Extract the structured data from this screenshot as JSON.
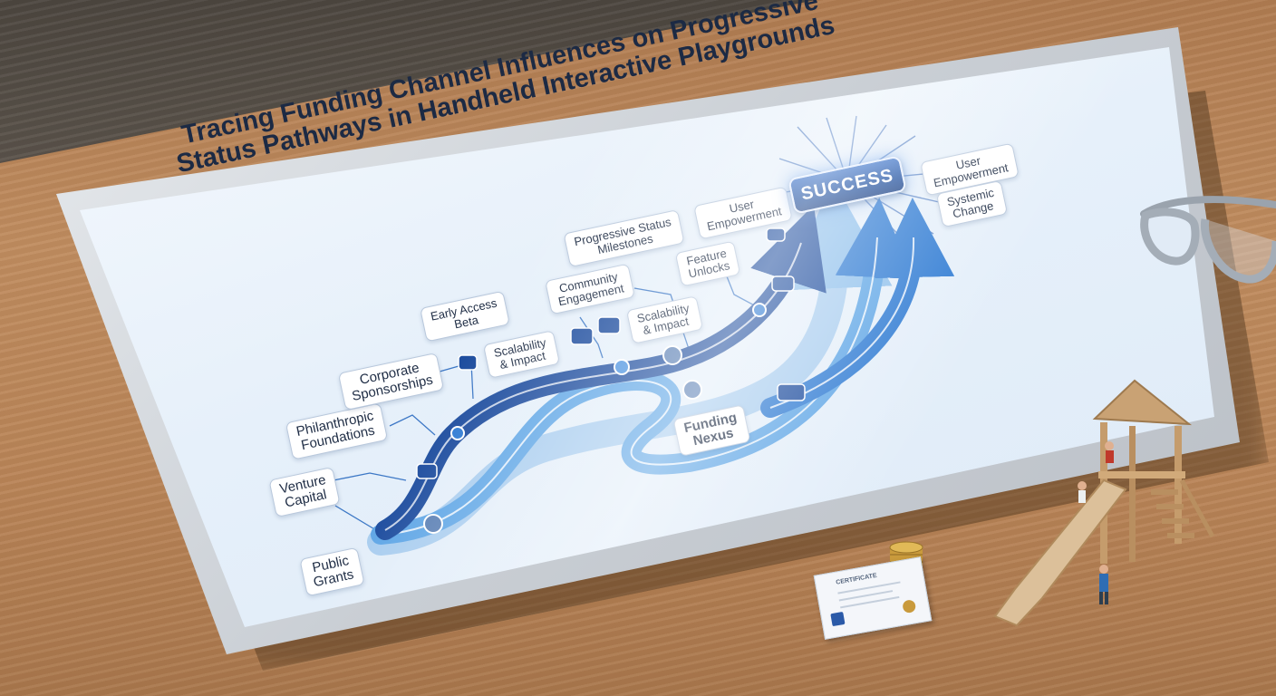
{
  "title": {
    "line1": "Tracing Funding Channel Influences on Progressive",
    "line2": "Status Pathways in Handheld Interactive Playgrounds"
  },
  "sources": [
    {
      "label": "Public\nGrants"
    },
    {
      "label": "Venture\nCapital"
    },
    {
      "label": "Philanthropic\nFoundations"
    },
    {
      "label": "Corporate\nSponsorships"
    }
  ],
  "milestones": [
    {
      "label": "Early Access\nBeta"
    },
    {
      "label": "Scalability\n& Impact"
    },
    {
      "label": "Community\nEngagement"
    },
    {
      "label": "Progressive Status\nMilestones"
    },
    {
      "label": "Scalability\n& Impact"
    },
    {
      "label": "Feature\nUnlocks"
    },
    {
      "label": "User\nEmpowerment"
    }
  ],
  "hub": {
    "label": "Funding\nNexus"
  },
  "goal": {
    "label": "SUCCESS"
  },
  "outcomes": [
    {
      "label": "User\nEmpowerment"
    },
    {
      "label": "Systemic\nChange"
    }
  ],
  "certificate": {
    "title": "CERTIFICATE"
  },
  "colors": {
    "path_dark": "#1f4e9f",
    "path_mid": "#2f7bd3",
    "path_light": "#6fb0ea",
    "path_pale": "#a9cdef",
    "label_border": "#b9c8dc",
    "success": "#1c4e9f"
  }
}
